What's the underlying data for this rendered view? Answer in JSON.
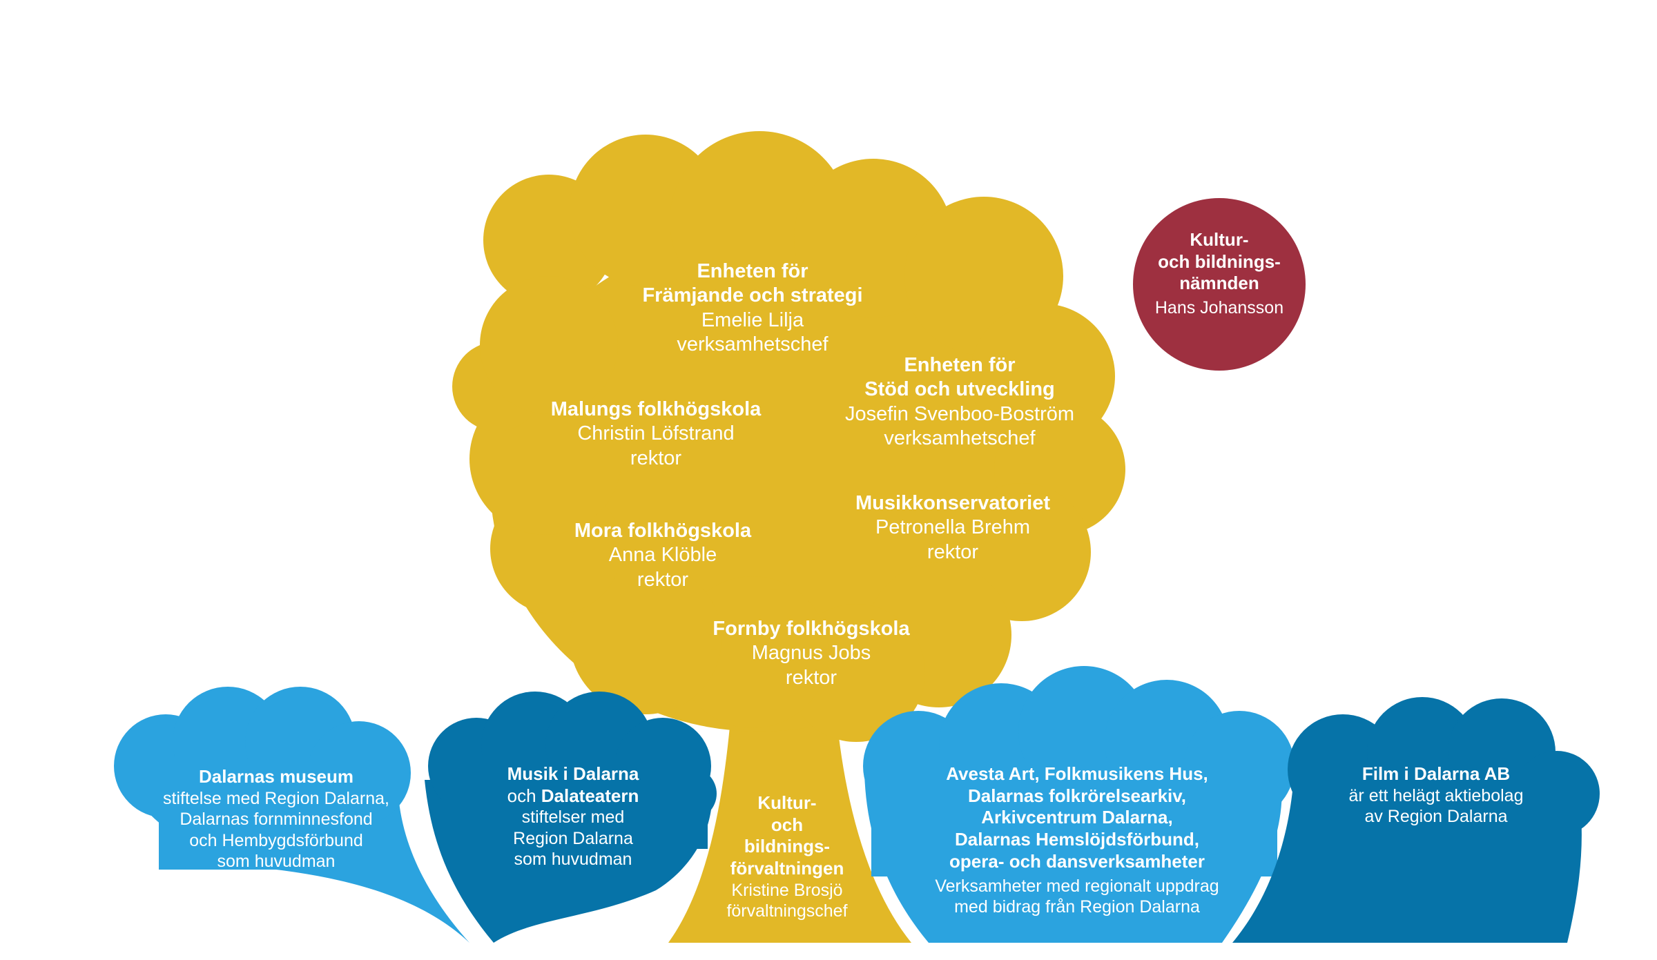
{
  "colors": {
    "tree": "#e2b827",
    "circle": "#9e3040",
    "light_blue": "#2ba3df",
    "dark_blue": "#0673a8",
    "text": "#ffffff"
  },
  "council": {
    "name_line1": "Kultur-",
    "name_line2": "och bildnings-",
    "name_line3": "nämnden",
    "person": "Hans Johansson"
  },
  "crown": {
    "framjande": {
      "title_line1": "Enheten för",
      "title_line2": "Främjande och strategi",
      "person": "Emelie Lilja",
      "role": "verksamhetschef"
    },
    "stod": {
      "title_line1": "Enheten för",
      "title_line2": "Stöd och utveckling",
      "person": "Josefin Svenboo-Boström",
      "role": "verksamhetschef"
    },
    "malung": {
      "title": "Malungs folkhögskola",
      "person": "Christin Löfstrand",
      "role": "rektor"
    },
    "musikkons": {
      "title": "Musikkonservatoriet",
      "person": "Petronella Brehm",
      "role": "rektor"
    },
    "mora": {
      "title": "Mora folkhögskola",
      "person": "Anna Klöble",
      "role": "rektor"
    },
    "fornby": {
      "title": "Fornby folkhögskola",
      "person": "Magnus Jobs",
      "role": "rektor"
    }
  },
  "trunk": {
    "line1": "Kultur-",
    "line2": "och",
    "line3": "bildnings-",
    "line4": "förvaltningen",
    "person": "Kristine Brosjö",
    "role": "förvaltningschef"
  },
  "bushes": {
    "museum": {
      "title": "Dalarnas museum",
      "line1": "stiftelse med Region Dalarna,",
      "line2": "Dalarnas fornminnesfond",
      "line3": "och Hembygdsförbund",
      "line4": "som huvudman"
    },
    "musik": {
      "title": "Musik i Dalarna",
      "och": "och",
      "title2": "Dalateatern",
      "line1": "stiftelser med",
      "line2": "Region Dalarna",
      "line3": "som huvudman"
    },
    "avesta": {
      "line1": "Avesta Art, Folkmusikens Hus,",
      "line2": "Dalarnas folkrörelsearkiv,",
      "line3": "Arkivcentrum Dalarna,",
      "line4": "Dalarnas Hemslöjdsförbund,",
      "line5": "opera- och dansverksamheter",
      "desc1": "Verksamheter med regionalt uppdrag",
      "desc2": "med bidrag från Region Dalarna"
    },
    "film": {
      "title": "Film i Dalarna AB",
      "line1": "är ett helägt aktiebolag",
      "line2": "av Region Dalarna"
    }
  }
}
